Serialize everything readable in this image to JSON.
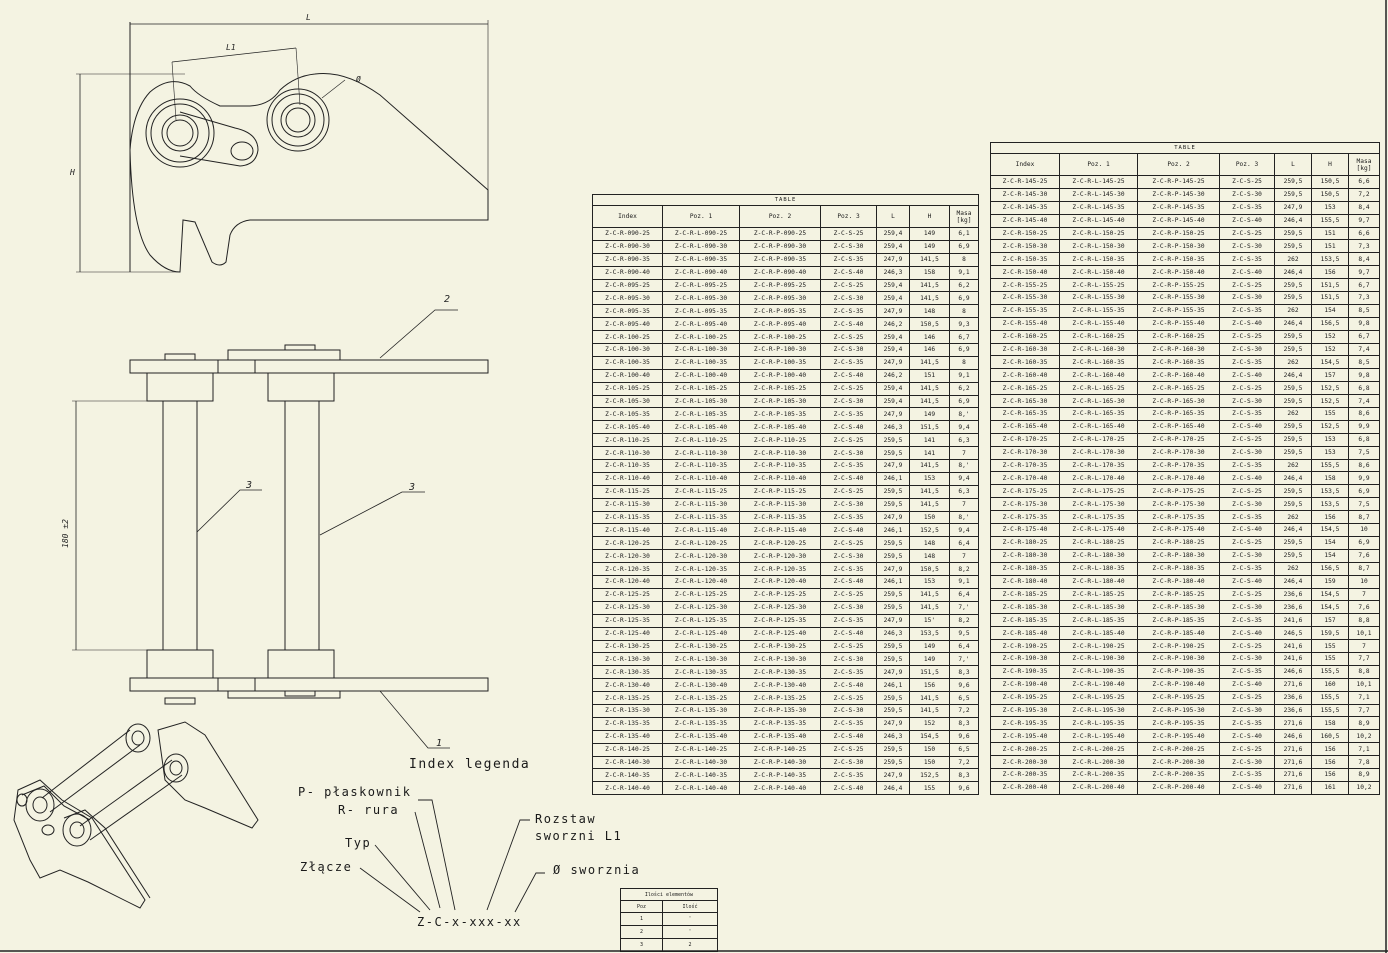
{
  "dims": {
    "L": "L",
    "L1": "L1",
    "phi": "Ø",
    "H": "H",
    "d180": "180 ±2"
  },
  "refs": [
    "1",
    "2",
    "3",
    "3"
  ],
  "legend": {
    "title": "Index legenda",
    "p": "P- płaskownik",
    "r": "R- rura",
    "typ": "Typ",
    "zlacze": "Złącze",
    "rozstaw1": "Rozstaw",
    "rozstaw2": "sworzni L1",
    "srednica": "Ø sworznia",
    "code": "Z-C-x-xxx-xx"
  },
  "table_left": {
    "caption": "TABLE",
    "headers": [
      "Index",
      "Poz. 1",
      "Poz. 2",
      "Poz. 3",
      "L",
      "H",
      "Masa [kg]"
    ],
    "rows": [
      [
        "Z-C-R-090-25",
        "Z-C-R-L-090-25",
        "Z-C-R-P-090-25",
        "Z-C-S-25",
        "259,4",
        "149",
        "6,1"
      ],
      [
        "Z-C-R-090-30",
        "Z-C-R-L-090-30",
        "Z-C-R-P-090-30",
        "Z-C-S-30",
        "259,4",
        "149",
        "6,9"
      ],
      [
        "Z-C-R-090-35",
        "Z-C-R-L-090-35",
        "Z-C-R-P-090-35",
        "Z-C-S-35",
        "247,9",
        "141,5",
        "8"
      ],
      [
        "Z-C-R-090-40",
        "Z-C-R-L-090-40",
        "Z-C-R-P-090-40",
        "Z-C-S-40",
        "246,3",
        "158",
        "9,1"
      ],
      [
        "Z-C-R-095-25",
        "Z-C-R-L-095-25",
        "Z-C-R-P-095-25",
        "Z-C-S-25",
        "259,4",
        "141,5",
        "6,2"
      ],
      [
        "Z-C-R-095-30",
        "Z-C-R-L-095-30",
        "Z-C-R-P-095-30",
        "Z-C-S-30",
        "259,4",
        "141,5",
        "6,9"
      ],
      [
        "Z-C-R-095-35",
        "Z-C-R-L-095-35",
        "Z-C-R-P-095-35",
        "Z-C-S-35",
        "247,9",
        "148",
        "8"
      ],
      [
        "Z-C-R-095-40",
        "Z-C-R-L-095-40",
        "Z-C-R-P-095-40",
        "Z-C-S-40",
        "246,2",
        "150,5",
        "9,3"
      ],
      [
        "Z-C-R-100-25",
        "Z-C-R-L-100-25",
        "Z-C-R-P-100-25",
        "Z-C-S-25",
        "259,4",
        "146",
        "6,7"
      ],
      [
        "Z-C-R-100-30",
        "Z-C-R-L-100-30",
        "Z-C-R-P-100-30",
        "Z-C-S-30",
        "259,4",
        "146",
        "6,9"
      ],
      [
        "Z-C-R-100-35",
        "Z-C-R-L-100-35",
        "Z-C-R-P-100-35",
        "Z-C-S-35",
        "247,9",
        "141,5",
        "8"
      ],
      [
        "Z-C-R-100-40",
        "Z-C-R-L-100-40",
        "Z-C-R-P-100-40",
        "Z-C-S-40",
        "246,2",
        "151",
        "9,1"
      ],
      [
        "Z-C-R-105-25",
        "Z-C-R-L-105-25",
        "Z-C-R-P-105-25",
        "Z-C-S-25",
        "259,4",
        "141,5",
        "6,2"
      ],
      [
        "Z-C-R-105-30",
        "Z-C-R-L-105-30",
        "Z-C-R-P-105-30",
        "Z-C-S-30",
        "259,4",
        "141,5",
        "6,9"
      ],
      [
        "Z-C-R-105-35",
        "Z-C-R-L-105-35",
        "Z-C-R-P-105-35",
        "Z-C-S-35",
        "247,9",
        "149",
        "8,'"
      ],
      [
        "Z-C-R-105-40",
        "Z-C-R-L-105-40",
        "Z-C-R-P-105-40",
        "Z-C-S-40",
        "246,3",
        "151,5",
        "9,4"
      ],
      [
        "Z-C-R-110-25",
        "Z-C-R-L-110-25",
        "Z-C-R-P-110-25",
        "Z-C-S-25",
        "259,5",
        "141",
        "6,3"
      ],
      [
        "Z-C-R-110-30",
        "Z-C-R-L-110-30",
        "Z-C-R-P-110-30",
        "Z-C-S-30",
        "259,5",
        "141",
        "7"
      ],
      [
        "Z-C-R-110-35",
        "Z-C-R-L-110-35",
        "Z-C-R-P-110-35",
        "Z-C-S-35",
        "247,9",
        "141,5",
        "8,'"
      ],
      [
        "Z-C-R-110-40",
        "Z-C-R-L-110-40",
        "Z-C-R-P-110-40",
        "Z-C-S-40",
        "246,1",
        "153",
        "9,4"
      ],
      [
        "Z-C-R-115-25",
        "Z-C-R-L-115-25",
        "Z-C-R-P-115-25",
        "Z-C-S-25",
        "259,5",
        "141,5",
        "6,3"
      ],
      [
        "Z-C-R-115-30",
        "Z-C-R-L-115-30",
        "Z-C-R-P-115-30",
        "Z-C-S-30",
        "259,5",
        "141,5",
        "7"
      ],
      [
        "Z-C-R-115-35",
        "Z-C-R-L-115-35",
        "Z-C-R-P-115-35",
        "Z-C-S-35",
        "247,9",
        "150",
        "8,'"
      ],
      [
        "Z-C-R-115-40",
        "Z-C-R-L-115-40",
        "Z-C-R-P-115-40",
        "Z-C-S-40",
        "246,1",
        "152,5",
        "9,4"
      ],
      [
        "Z-C-R-120-25",
        "Z-C-R-L-120-25",
        "Z-C-R-P-120-25",
        "Z-C-S-25",
        "259,5",
        "148",
        "6,4"
      ],
      [
        "Z-C-R-120-30",
        "Z-C-R-L-120-30",
        "Z-C-R-P-120-30",
        "Z-C-S-30",
        "259,5",
        "148",
        "7"
      ],
      [
        "Z-C-R-120-35",
        "Z-C-R-L-120-35",
        "Z-C-R-P-120-35",
        "Z-C-S-35",
        "247,9",
        "150,5",
        "8,2"
      ],
      [
        "Z-C-R-120-40",
        "Z-C-R-L-120-40",
        "Z-C-R-P-120-40",
        "Z-C-S-40",
        "246,1",
        "153",
        "9,1"
      ],
      [
        "Z-C-R-125-25",
        "Z-C-R-L-125-25",
        "Z-C-R-P-125-25",
        "Z-C-S-25",
        "259,5",
        "141,5",
        "6,4"
      ],
      [
        "Z-C-R-125-30",
        "Z-C-R-L-125-30",
        "Z-C-R-P-125-30",
        "Z-C-S-30",
        "259,5",
        "141,5",
        "7,'"
      ],
      [
        "Z-C-R-125-35",
        "Z-C-R-L-125-35",
        "Z-C-R-P-125-35",
        "Z-C-S-35",
        "247,9",
        "15'",
        "8,2"
      ],
      [
        "Z-C-R-125-40",
        "Z-C-R-L-125-40",
        "Z-C-R-P-125-40",
        "Z-C-S-40",
        "246,3",
        "153,5",
        "9,5"
      ],
      [
        "Z-C-R-130-25",
        "Z-C-R-L-130-25",
        "Z-C-R-P-130-25",
        "Z-C-S-25",
        "259,5",
        "149",
        "6,4"
      ],
      [
        "Z-C-R-130-30",
        "Z-C-R-L-130-30",
        "Z-C-R-P-130-30",
        "Z-C-S-30",
        "259,5",
        "149",
        "7,'"
      ],
      [
        "Z-C-R-130-35",
        "Z-C-R-L-130-35",
        "Z-C-R-P-130-35",
        "Z-C-S-35",
        "247,9",
        "151,5",
        "8,3"
      ],
      [
        "Z-C-R-130-40",
        "Z-C-R-L-130-40",
        "Z-C-R-P-130-40",
        "Z-C-S-40",
        "246,1",
        "156",
        "9,6"
      ],
      [
        "Z-C-R-135-25",
        "Z-C-R-L-135-25",
        "Z-C-R-P-135-25",
        "Z-C-S-25",
        "259,5",
        "141,5",
        "6,5"
      ],
      [
        "Z-C-R-135-30",
        "Z-C-R-L-135-30",
        "Z-C-R-P-135-30",
        "Z-C-S-30",
        "259,5",
        "141,5",
        "7,2"
      ],
      [
        "Z-C-R-135-35",
        "Z-C-R-L-135-35",
        "Z-C-R-P-135-35",
        "Z-C-S-35",
        "247,9",
        "152",
        "8,3"
      ],
      [
        "Z-C-R-135-40",
        "Z-C-R-L-135-40",
        "Z-C-R-P-135-40",
        "Z-C-S-40",
        "246,3",
        "154,5",
        "9,6"
      ],
      [
        "Z-C-R-140-25",
        "Z-C-R-L-140-25",
        "Z-C-R-P-140-25",
        "Z-C-S-25",
        "259,5",
        "150",
        "6,5"
      ],
      [
        "Z-C-R-140-30",
        "Z-C-R-L-140-30",
        "Z-C-R-P-140-30",
        "Z-C-S-30",
        "259,5",
        "150",
        "7,2"
      ],
      [
        "Z-C-R-140-35",
        "Z-C-R-L-140-35",
        "Z-C-R-P-140-35",
        "Z-C-S-35",
        "247,9",
        "152,5",
        "8,3"
      ],
      [
        "Z-C-R-140-40",
        "Z-C-R-L-140-40",
        "Z-C-R-P-140-40",
        "Z-C-S-40",
        "246,4",
        "155",
        "9,6"
      ]
    ]
  },
  "table_right": {
    "caption": "TABLE",
    "headers": [
      "Index",
      "Poz. 1",
      "Poz. 2",
      "Poz. 3",
      "L",
      "H",
      "Masa [kg]"
    ],
    "rows": [
      [
        "Z-C-R-145-25",
        "Z-C-R-L-145-25",
        "Z-C-R-P-145-25",
        "Z-C-S-25",
        "259,5",
        "150,5",
        "6,6"
      ],
      [
        "Z-C-R-145-30",
        "Z-C-R-L-145-30",
        "Z-C-R-P-145-30",
        "Z-C-S-30",
        "259,5",
        "150,5",
        "7,2"
      ],
      [
        "Z-C-R-145-35",
        "Z-C-R-L-145-35",
        "Z-C-R-P-145-35",
        "Z-C-S-35",
        "247,9",
        "153",
        "8,4"
      ],
      [
        "Z-C-R-145-40",
        "Z-C-R-L-145-40",
        "Z-C-R-P-145-40",
        "Z-C-S-40",
        "246,4",
        "155,5",
        "9,7"
      ],
      [
        "Z-C-R-150-25",
        "Z-C-R-L-150-25",
        "Z-C-R-P-150-25",
        "Z-C-S-25",
        "259,5",
        "151",
        "6,6"
      ],
      [
        "Z-C-R-150-30",
        "Z-C-R-L-150-30",
        "Z-C-R-P-150-30",
        "Z-C-S-30",
        "259,5",
        "151",
        "7,3"
      ],
      [
        "Z-C-R-150-35",
        "Z-C-R-L-150-35",
        "Z-C-R-P-150-35",
        "Z-C-S-35",
        "262",
        "153,5",
        "8,4"
      ],
      [
        "Z-C-R-150-40",
        "Z-C-R-L-150-40",
        "Z-C-R-P-150-40",
        "Z-C-S-40",
        "246,4",
        "156",
        "9,7"
      ],
      [
        "Z-C-R-155-25",
        "Z-C-R-L-155-25",
        "Z-C-R-P-155-25",
        "Z-C-S-25",
        "259,5",
        "151,5",
        "6,7"
      ],
      [
        "Z-C-R-155-30",
        "Z-C-R-L-155-30",
        "Z-C-R-P-155-30",
        "Z-C-S-30",
        "259,5",
        "151,5",
        "7,3"
      ],
      [
        "Z-C-R-155-35",
        "Z-C-R-L-155-35",
        "Z-C-R-P-155-35",
        "Z-C-S-35",
        "262",
        "154",
        "8,5"
      ],
      [
        "Z-C-R-155-40",
        "Z-C-R-L-155-40",
        "Z-C-R-P-155-40",
        "Z-C-S-40",
        "246,4",
        "156,5",
        "9,8"
      ],
      [
        "Z-C-R-160-25",
        "Z-C-R-L-160-25",
        "Z-C-R-P-160-25",
        "Z-C-S-25",
        "259,5",
        "152",
        "6,7"
      ],
      [
        "Z-C-R-160-30",
        "Z-C-R-L-160-30",
        "Z-C-R-P-160-30",
        "Z-C-S-30",
        "259,5",
        "152",
        "7,4"
      ],
      [
        "Z-C-R-160-35",
        "Z-C-R-L-160-35",
        "Z-C-R-P-160-35",
        "Z-C-S-35",
        "262",
        "154,5",
        "8,5"
      ],
      [
        "Z-C-R-160-40",
        "Z-C-R-L-160-40",
        "Z-C-R-P-160-40",
        "Z-C-S-40",
        "246,4",
        "157",
        "9,8"
      ],
      [
        "Z-C-R-165-25",
        "Z-C-R-L-165-25",
        "Z-C-R-P-165-25",
        "Z-C-S-25",
        "259,5",
        "152,5",
        "6,8"
      ],
      [
        "Z-C-R-165-30",
        "Z-C-R-L-165-30",
        "Z-C-R-P-165-30",
        "Z-C-S-30",
        "259,5",
        "152,5",
        "7,4"
      ],
      [
        "Z-C-R-165-35",
        "Z-C-R-L-165-35",
        "Z-C-R-P-165-35",
        "Z-C-S-35",
        "262",
        "155",
        "8,6"
      ],
      [
        "Z-C-R-165-40",
        "Z-C-R-L-165-40",
        "Z-C-R-P-165-40",
        "Z-C-S-40",
        "259,5",
        "152,5",
        "9,9"
      ],
      [
        "Z-C-R-170-25",
        "Z-C-R-L-170-25",
        "Z-C-R-P-170-25",
        "Z-C-S-25",
        "259,5",
        "153",
        "6,8"
      ],
      [
        "Z-C-R-170-30",
        "Z-C-R-L-170-30",
        "Z-C-R-P-170-30",
        "Z-C-S-30",
        "259,5",
        "153",
        "7,5"
      ],
      [
        "Z-C-R-170-35",
        "Z-C-R-L-170-35",
        "Z-C-R-P-170-35",
        "Z-C-S-35",
        "262",
        "155,5",
        "8,6"
      ],
      [
        "Z-C-R-170-40",
        "Z-C-R-L-170-40",
        "Z-C-R-P-170-40",
        "Z-C-S-40",
        "246,4",
        "158",
        "9,9"
      ],
      [
        "Z-C-R-175-25",
        "Z-C-R-L-175-25",
        "Z-C-R-P-175-25",
        "Z-C-S-25",
        "259,5",
        "153,5",
        "6,9"
      ],
      [
        "Z-C-R-175-30",
        "Z-C-R-L-175-30",
        "Z-C-R-P-175-30",
        "Z-C-S-30",
        "259,5",
        "153,5",
        "7,5"
      ],
      [
        "Z-C-R-175-35",
        "Z-C-R-L-175-35",
        "Z-C-R-P-175-35",
        "Z-C-S-35",
        "262",
        "156",
        "8,7"
      ],
      [
        "Z-C-R-175-40",
        "Z-C-R-L-175-40",
        "Z-C-R-P-175-40",
        "Z-C-S-40",
        "246,4",
        "154,5",
        "10"
      ],
      [
        "Z-C-R-180-25",
        "Z-C-R-L-180-25",
        "Z-C-R-P-180-25",
        "Z-C-S-25",
        "259,5",
        "154",
        "6,9"
      ],
      [
        "Z-C-R-180-30",
        "Z-C-R-L-180-30",
        "Z-C-R-P-180-30",
        "Z-C-S-30",
        "259,5",
        "154",
        "7,6"
      ],
      [
        "Z-C-R-180-35",
        "Z-C-R-L-180-35",
        "Z-C-R-P-180-35",
        "Z-C-S-35",
        "262",
        "156,5",
        "8,7"
      ],
      [
        "Z-C-R-180-40",
        "Z-C-R-L-180-40",
        "Z-C-R-P-180-40",
        "Z-C-S-40",
        "246,4",
        "159",
        "10"
      ],
      [
        "Z-C-R-185-25",
        "Z-C-R-L-185-25",
        "Z-C-R-P-185-25",
        "Z-C-S-25",
        "236,6",
        "154,5",
        "7"
      ],
      [
        "Z-C-R-185-30",
        "Z-C-R-L-185-30",
        "Z-C-R-P-185-30",
        "Z-C-S-30",
        "236,6",
        "154,5",
        "7,6"
      ],
      [
        "Z-C-R-185-35",
        "Z-C-R-L-185-35",
        "Z-C-R-P-185-35",
        "Z-C-S-35",
        "241,6",
        "157",
        "8,8"
      ],
      [
        "Z-C-R-185-40",
        "Z-C-R-L-185-40",
        "Z-C-R-P-185-40",
        "Z-C-S-40",
        "246,5",
        "159,5",
        "10,1"
      ],
      [
        "Z-C-R-190-25",
        "Z-C-R-L-190-25",
        "Z-C-R-P-190-25",
        "Z-C-S-25",
        "241,6",
        "155",
        "7"
      ],
      [
        "Z-C-R-190-30",
        "Z-C-R-L-190-30",
        "Z-C-R-P-190-30",
        "Z-C-S-30",
        "241,6",
        "155",
        "7,7"
      ],
      [
        "Z-C-R-190-35",
        "Z-C-R-L-190-35",
        "Z-C-R-P-190-35",
        "Z-C-S-35",
        "246,6",
        "155,5",
        "8,8"
      ],
      [
        "Z-C-R-190-40",
        "Z-C-R-L-190-40",
        "Z-C-R-P-190-40",
        "Z-C-S-40",
        "271,6",
        "160",
        "10,1"
      ],
      [
        "Z-C-R-195-25",
        "Z-C-R-L-195-25",
        "Z-C-R-P-195-25",
        "Z-C-S-25",
        "236,6",
        "155,5",
        "7,1"
      ],
      [
        "Z-C-R-195-30",
        "Z-C-R-L-195-30",
        "Z-C-R-P-195-30",
        "Z-C-S-30",
        "236,6",
        "155,5",
        "7,7"
      ],
      [
        "Z-C-R-195-35",
        "Z-C-R-L-195-35",
        "Z-C-R-P-195-35",
        "Z-C-S-35",
        "271,6",
        "158",
        "8,9"
      ],
      [
        "Z-C-R-195-40",
        "Z-C-R-L-195-40",
        "Z-C-R-P-195-40",
        "Z-C-S-40",
        "246,6",
        "160,5",
        "10,2"
      ],
      [
        "Z-C-R-200-25",
        "Z-C-R-L-200-25",
        "Z-C-R-P-200-25",
        "Z-C-S-25",
        "271,6",
        "156",
        "7,1"
      ],
      [
        "Z-C-R-200-30",
        "Z-C-R-L-200-30",
        "Z-C-R-P-200-30",
        "Z-C-S-30",
        "271,6",
        "156",
        "7,8"
      ],
      [
        "Z-C-R-200-35",
        "Z-C-R-L-200-35",
        "Z-C-R-P-200-35",
        "Z-C-S-35",
        "271,6",
        "156",
        "8,9"
      ],
      [
        "Z-C-R-200-40",
        "Z-C-R-L-200-40",
        "Z-C-R-P-200-40",
        "Z-C-S-40",
        "271,6",
        "161",
        "10,2"
      ]
    ]
  },
  "parts": {
    "title": "Ilości elementów",
    "headers": [
      "Poz",
      "Ilość"
    ],
    "rows": [
      [
        "1",
        "'"
      ],
      [
        "2",
        "'"
      ],
      [
        "3",
        "2"
      ]
    ]
  }
}
